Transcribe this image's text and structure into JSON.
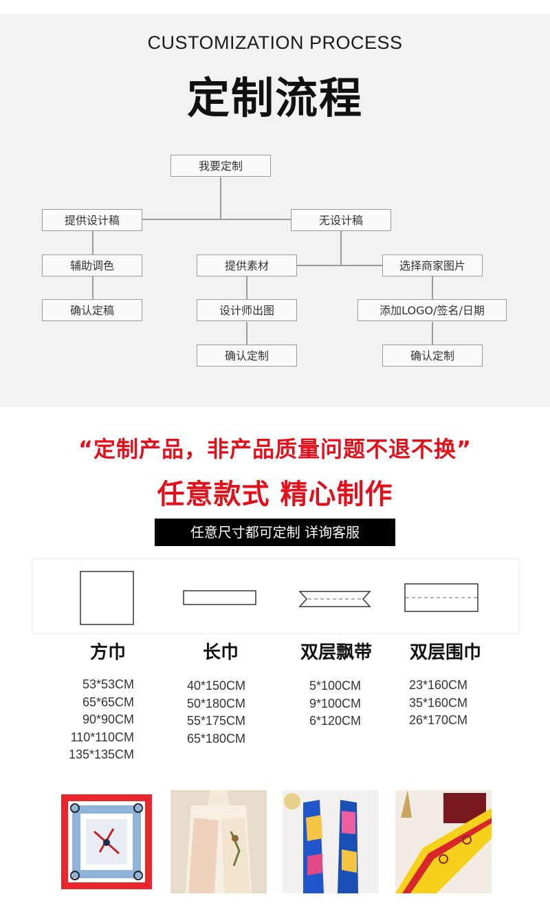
{
  "process": {
    "title_en": "CUSTOMIZATION PROCESS",
    "title_cn": "定制流程",
    "nodes": {
      "start": "我要定制",
      "provide_design": "提供设计稿",
      "no_design": "无设计稿",
      "assist_color": "辅助调色",
      "confirm_draft": "确认定稿",
      "provide_material": "提供素材",
      "designer_draw": "设计师出图",
      "confirm_custom_a": "确认定制",
      "choose_image": "选择商家图片",
      "add_logo": "添加LOGO/签名/日期",
      "confirm_custom_b": "确认定制"
    }
  },
  "notice": {
    "line1": "“定制产品，非产品质量问题不退不换”",
    "line2": "任意款式 精心制作",
    "badge": "任意尺寸都可定制 详询客服"
  },
  "products": [
    {
      "name": "方巾",
      "sizes": [
        "53*53CM",
        "65*65CM",
        "90*90CM",
        "110*110CM",
        "135*135CM"
      ]
    },
    {
      "name": "长巾",
      "sizes": [
        "40*150CM",
        "50*180CM",
        "55*175CM",
        "65*180CM"
      ]
    },
    {
      "name": "双层飘带",
      "sizes": [
        "5*100CM",
        "9*100CM",
        "6*120CM"
      ]
    },
    {
      "name": "双层围巾",
      "sizes": [
        "23*160CM",
        "35*160CM",
        "26*170CM"
      ]
    }
  ],
  "colors": {
    "accent_red": "#e3101c",
    "line_gray": "#9a9a9a",
    "panel_gray": "#f2f2f2"
  }
}
